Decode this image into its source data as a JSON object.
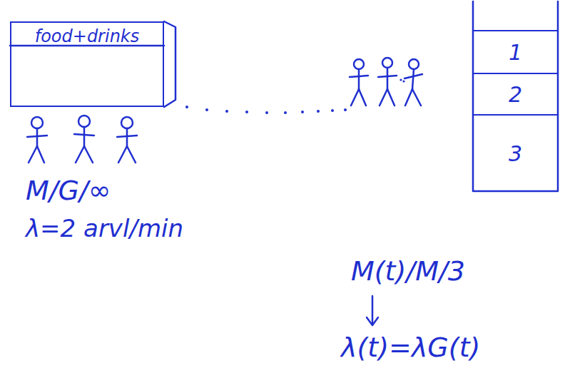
{
  "diagram": {
    "nodes": [
      {
        "text": [
          "food+drinks"
        ]
      },
      {
        "text": [
          "1"
        ]
      },
      {
        "text": [
          "2"
        ]
      },
      {
        "text": [
          "3"
        ]
      }
    ],
    "labels": [
      "M/G/∞",
      "λ=2 arvl/min",
      "M(t)/M/3",
      "λ(t)=λG(t)"
    ]
  }
}
